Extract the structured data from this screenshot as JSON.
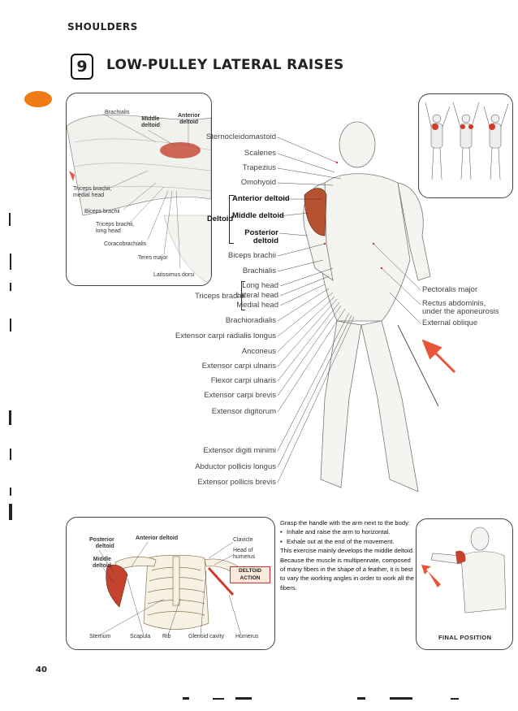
{
  "header": {
    "section": "SHOULDERS",
    "number": "9",
    "title": "LOW-PULLEY LATERAL RAISES"
  },
  "inset_top_left": {
    "labels": {
      "brachialis": "Brachialis",
      "middle_deltoid": "Middle\ndeltoid",
      "anterior_deltoid": "Anterior\ndeltoid",
      "triceps_medial": "Triceps brachii,\nmedial head",
      "biceps": "Biceps brachii",
      "triceps_long": "Triceps brachii,\nlong head",
      "coracobrachialis": "Coracobrachialis",
      "teres_major": "Teres major",
      "latissimus": "Latissimus dorsi"
    }
  },
  "main_labels": {
    "sternocleidomastoid": "Sternocleidomastoid",
    "scalenes": "Scalenes",
    "trapezius": "Trapezius",
    "omohyoid": "Omohyoid",
    "deltoid": "Deltoid",
    "anterior_deltoid": "Anterior deltoid",
    "middle_deltoid": "Middle deltoid",
    "posterior_deltoid": "Posterior\ndeltoid",
    "biceps_brachii": "Biceps brachii",
    "brachialis": "Brachialis",
    "triceps_brachii": "Triceps brachii",
    "long_head": "Long head",
    "lateral_head": "Lateral head",
    "medial_head": "Medial head",
    "brachioradialis": "Brachioradialis",
    "ecr_longus": "Extensor carpi radialis longus",
    "anconeus": "Anconeus",
    "ec_ulnaris": "Extensor carpi ulnaris",
    "fc_ulnaris": "Flexor carpi ulnaris",
    "ecr_brevis": "Extensor carpi brevis",
    "ext_digitorum": "Extensor digitorum",
    "ext_digiti_minimi": "Extensor digiti minimi",
    "abd_pollicis_longus": "Abductor pollicis longus",
    "ext_pollicis_brevis": "Extensor pollicis brevis",
    "pectoralis_major": "Pectoralis major",
    "rectus_abdominis": "Rectus abdominis,\nunder the aponeurosis",
    "external_oblique": "External oblique"
  },
  "inset_bottom_left": {
    "labels": {
      "posterior_deltoid": "Posterior\ndeltoid",
      "anterior_deltoid": "Anterior deltoid",
      "middle_deltoid": "Middle\ndeltoid",
      "clavicle": "Clavicle",
      "head_humerus": "Head of\nhumerus",
      "deltoid_action": "DELTOID\nACTION",
      "sternum": "Sternum",
      "scapula": "Scapula",
      "rib": "Rib",
      "glenoid": "Glenoid cavity",
      "humerus": "Humerus"
    }
  },
  "description": {
    "intro": "Grasp the handle with the arm next to the body:",
    "bullets": [
      "Inhale and raise the arm to horizontal.",
      "Exhale out at the end of the movement."
    ],
    "body": "This exercise mainly develops the middle deltoid. Because the muscle is multipennate, composed of many fibers in the shape of a feather, it is best to vary the working angles in order to work all the fibers."
  },
  "final_position": "FINAL POSITION",
  "page_number": "40",
  "colors": {
    "accent_orange": "#f07a13",
    "muscle_red": "#d23a2a",
    "arrow_red": "#e8553a"
  }
}
